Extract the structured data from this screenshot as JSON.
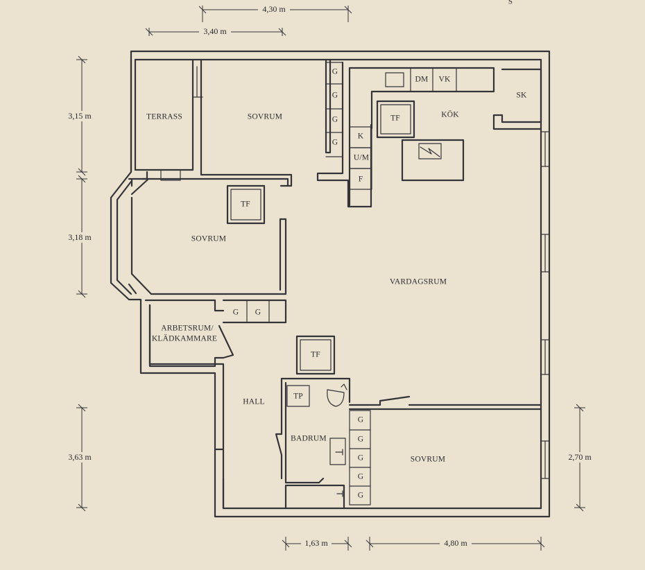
{
  "plan": {
    "compass": "S",
    "rooms": {
      "terrass": "TERRASS",
      "sovrum_top": "SOVRUM",
      "sovrum_mid": "SOVRUM",
      "kok": "KÖK",
      "vardagsrum": "VARDAGSRUM",
      "arbetsrum_1": "ARBETSRUM/",
      "arbetsrum_2": "KLÄDKAMMARE",
      "hall": "HALL",
      "badrum": "BADRUM",
      "sovrum_bottom": "SOVRUM"
    },
    "fixtures": {
      "wardrobe": "G",
      "fireplace": "TF",
      "dishwasher": "DM",
      "sink": "VK",
      "cabinet": "SK",
      "fridge": "K",
      "oven": "U/M",
      "freezer": "F",
      "dryer": "TP"
    },
    "dimensions": {
      "top_upper": "4,30 m",
      "top_lower": "3,40 m",
      "left_1": "3,15 m",
      "left_2": "3,18 m",
      "left_3": "3,63 m",
      "right_1": "2,70 m",
      "bottom_1": "1,63 m",
      "bottom_2": "4,80 m"
    }
  }
}
